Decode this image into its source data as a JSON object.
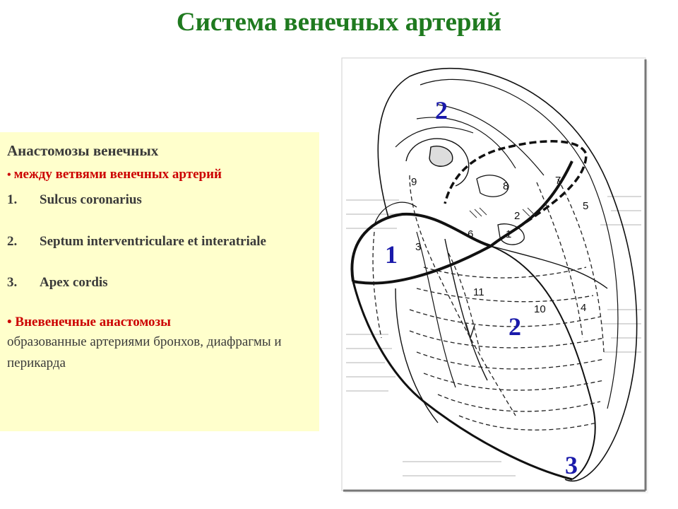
{
  "title": "Система венечных артерий",
  "textbox": {
    "heading": "Анастомозы венечных",
    "bullet1": "между ветвями венечных артерий",
    "list": [
      {
        "num": "1.",
        "text": "Sulcus coronarius"
      },
      {
        "num": "2.",
        "text": "Septum interventriculare et interatriale"
      },
      {
        "num": "3.",
        "text": "Apex cordis"
      }
    ],
    "bullet2": "Вневенечные анастомозы",
    "plain": "образованные артериями бронхов, диафрагмы и перикарда"
  },
  "diagram": {
    "big_labels": [
      "2",
      "1",
      "2",
      "3"
    ],
    "small_labels": [
      "9",
      "8",
      "7",
      "5",
      "2",
      "6",
      "1",
      "3",
      "11",
      "10",
      "4"
    ],
    "colors": {
      "big_label": "#1a1aaa",
      "title": "#1f7a1f",
      "accent": "#cc0000",
      "box": "#ffffcc"
    }
  }
}
